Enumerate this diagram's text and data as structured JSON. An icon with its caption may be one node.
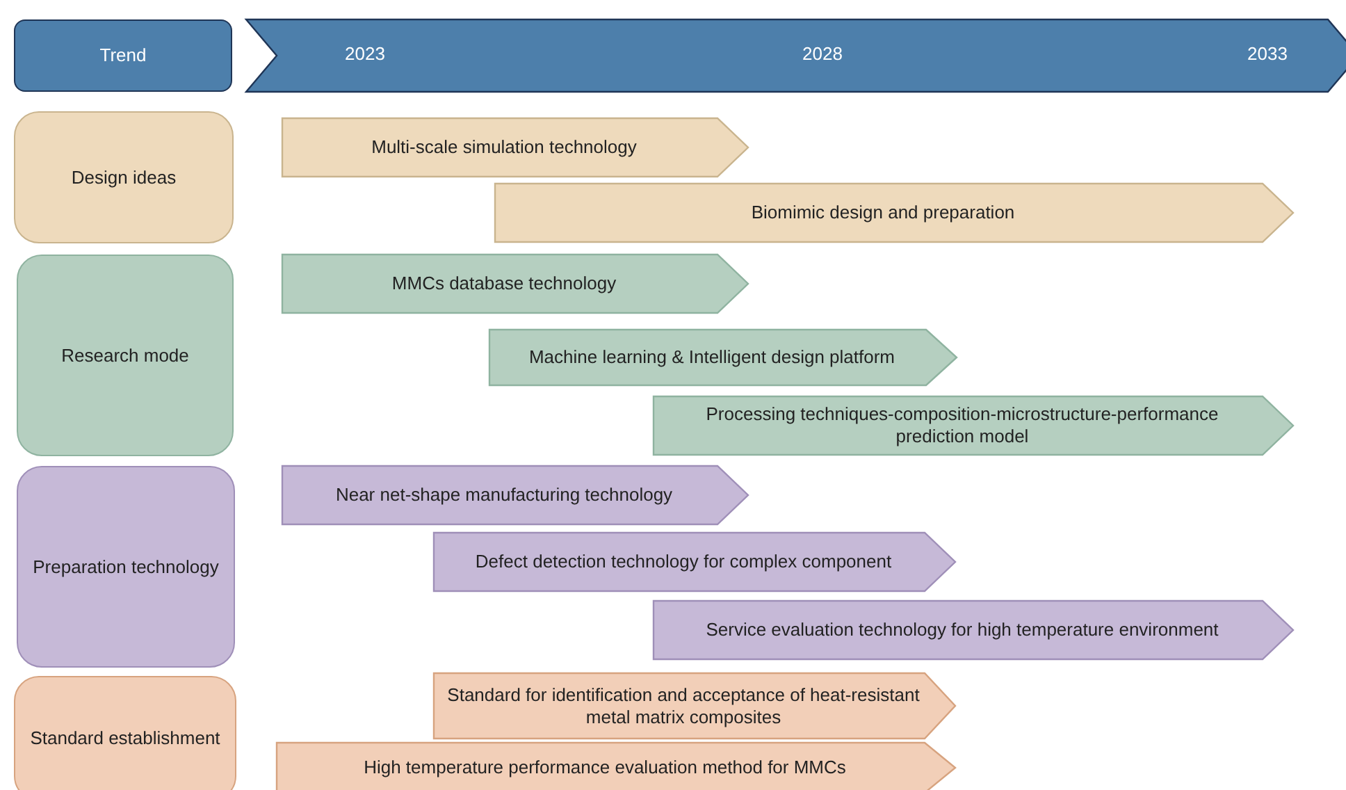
{
  "diagram": {
    "nodes": [
      {
        "text": [
          "Trend"
        ]
      },
      {
        "text": [
          "2023",
          "2028",
          "2033"
        ]
      },
      {
        "text": [
          "Design ideas"
        ]
      },
      {
        "text": [
          "Multi-scale simulation technology"
        ]
      },
      {
        "text": [
          "Biomimic design and preparation"
        ]
      },
      {
        "text": [
          "Research mode"
        ]
      },
      {
        "text": [
          "MMCs database technology"
        ]
      },
      {
        "text": [
          "Machine learning & Intelligent design platform"
        ]
      },
      {
        "text": [
          "Processing techniques-composition-microstructure-performance prediction model"
        ]
      },
      {
        "text": [
          "Preparation technology"
        ]
      },
      {
        "text": [
          "Near net-shape manufacturing technology"
        ]
      },
      {
        "text": [
          "Defect detection technology for complex component"
        ]
      },
      {
        "text": [
          "Service evaluation technology for high temperature environment"
        ]
      },
      {
        "text": [
          "Standard establishment"
        ]
      },
      {
        "text": [
          "Standard for identification and acceptance of heat-resistant metal matrix composites"
        ]
      },
      {
        "text": [
          "High temperature performance evaluation method for MMCs"
        ]
      }
    ],
    "edges": []
  }
}
